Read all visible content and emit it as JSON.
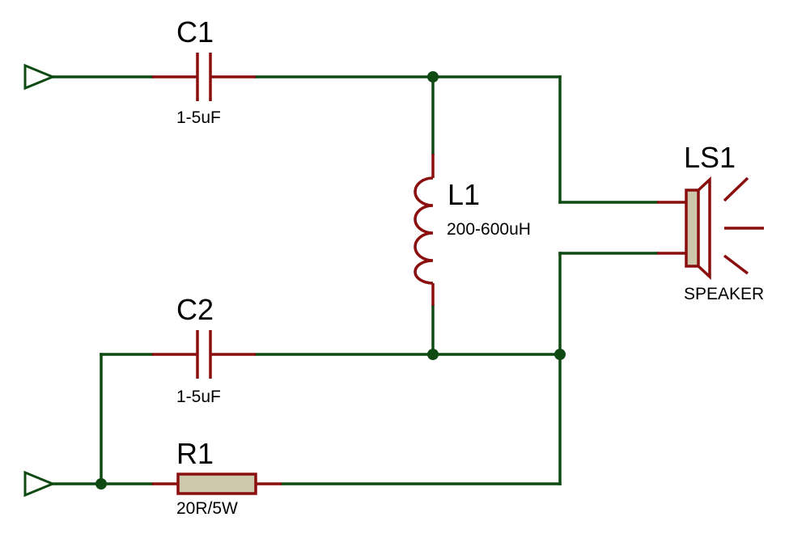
{
  "components": {
    "c1": {
      "ref": "C1",
      "value": "1-5uF"
    },
    "c2": {
      "ref": "C2",
      "value": "1-5uF"
    },
    "l1": {
      "ref": "L1",
      "value": "200-600uH"
    },
    "r1": {
      "ref": "R1",
      "value": "20R/5W"
    },
    "ls1": {
      "ref": "LS1",
      "value": "SPEAKER"
    }
  },
  "colors": {
    "wire": "#0f4a12",
    "component": "#8b0e0e",
    "body_fill": "#cdc8ac",
    "text": "#000000",
    "background": "#ffffff"
  }
}
